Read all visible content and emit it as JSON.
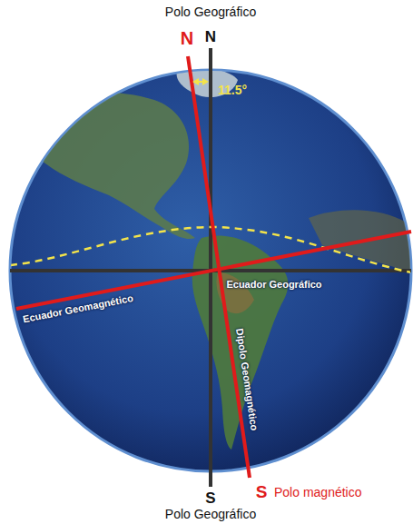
{
  "diagram": {
    "labels": [
      "Polo Geográfico",
      "N",
      "N",
      "11.5°",
      "Ecuador Geomagnético",
      "Ecuador Geográfico",
      "Dipolo Geomagnético",
      "S",
      "S",
      "Polo magnético",
      "Polo Geográfico"
    ]
  }
}
